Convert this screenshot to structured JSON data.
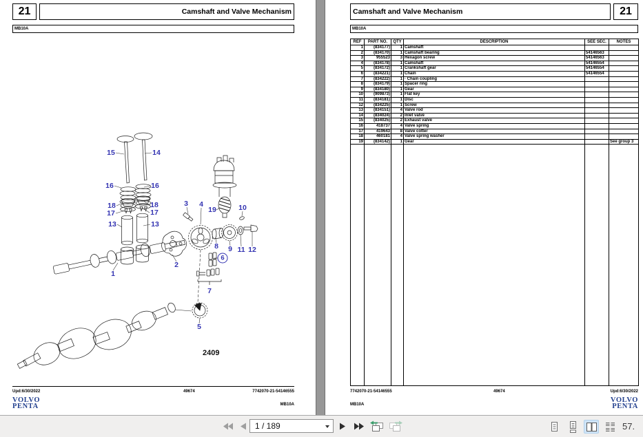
{
  "brand": {
    "line1": "VOLVO",
    "line2": "PENTA"
  },
  "left_page": {
    "page_number": "21",
    "title": "Camshaft and Valve Mechanism",
    "model": "MB10A",
    "figure_number": "2409",
    "callouts": [
      "15",
      "14",
      "16",
      "16",
      "18",
      "18",
      "17",
      "17",
      "13",
      "13",
      "3",
      "4",
      "19",
      "10",
      "8",
      "9",
      "11",
      "12",
      "2",
      "1",
      "6",
      "7",
      "5"
    ],
    "footer": {
      "updated": "Upd:6/30/2022",
      "code": "49674",
      "doc": "7742070-21-54146555",
      "model": "MB10A"
    }
  },
  "right_page": {
    "title": "Camshaft and Valve Mechanism",
    "page_number": "21",
    "model": "MB10A",
    "table": {
      "headers": [
        "REF",
        "PART NO.",
        "QTY",
        "DESCRIPTION",
        "SEE SEC.",
        "NOTES"
      ],
      "rows": [
        {
          "ref": "1",
          "part": "(834177)",
          "qty": "1",
          "desc": "Camshaft",
          "sec": "",
          "notes": ""
        },
        {
          "ref": "2",
          "part": "(834170)",
          "qty": "1",
          "desc": "Camshaft bearing",
          "sec": "54146563",
          "notes": ""
        },
        {
          "ref": "3",
          "part": "955523",
          "qty": "3",
          "desc": "Hexagon screw",
          "sec": "54146563",
          "notes": ""
        },
        {
          "ref": "4",
          "part": "(834178)",
          "qty": "1",
          "desc": "Camshaft",
          "sec": "54146554",
          "notes": ""
        },
        {
          "ref": "5",
          "part": "(834172)",
          "qty": "1",
          "desc": "Crankshaft gear",
          "sec": "54146554",
          "notes": ""
        },
        {
          "ref": "6",
          "part": "(834221)",
          "qty": "1",
          "desc": "Chain",
          "sec": "54146554",
          "notes": ""
        },
        {
          "ref": "7",
          "part": "(834222)",
          "qty": "1",
          "desc": "· Chain coupling",
          "sec": "",
          "notes": ""
        },
        {
          "ref": "8",
          "part": "(834179)",
          "qty": "1",
          "desc": "Spacer ring",
          "sec": "",
          "notes": ""
        },
        {
          "ref": "9",
          "part": "(834180)",
          "qty": "1",
          "desc": "Gear",
          "sec": "",
          "notes": ""
        },
        {
          "ref": "10",
          "part": "(909873)",
          "qty": "1",
          "desc": "Flat key",
          "sec": "",
          "notes": ""
        },
        {
          "ref": "11",
          "part": "(834181)",
          "qty": "1",
          "desc": "Disc",
          "sec": "",
          "notes": ""
        },
        {
          "ref": "12",
          "part": "(834225)",
          "qty": "1",
          "desc": "Screw",
          "sec": "",
          "notes": ""
        },
        {
          "ref": "13",
          "part": "(834151)",
          "qty": "4",
          "desc": "Valve rod",
          "sec": "",
          "notes": ""
        },
        {
          "ref": "14",
          "part": "(834024)",
          "qty": "2",
          "desc": "Inlet valve",
          "sec": "",
          "notes": ""
        },
        {
          "ref": "15",
          "part": "(834025)",
          "qty": "2",
          "desc": "Exhaust valve",
          "sec": "",
          "notes": ""
        },
        {
          "ref": "16",
          "part": "418737",
          "qty": "4",
          "desc": "Valve spring",
          "sec": "",
          "notes": ""
        },
        {
          "ref": "17",
          "part": "419643",
          "qty": "8",
          "desc": "Valve cotter",
          "sec": "",
          "notes": ""
        },
        {
          "ref": "18",
          "part": "460181",
          "qty": "4",
          "desc": "Valve spring washer",
          "sec": "",
          "notes": ""
        },
        {
          "ref": "19",
          "part": "(834142)",
          "qty": "1",
          "desc": "Gear",
          "sec": "",
          "notes": "See group 3"
        }
      ]
    },
    "footer": {
      "doc": "7742070-21-54146555",
      "code": "49674",
      "updated": "Upd:6/30/2022",
      "model": "MB10A"
    }
  },
  "toolbar": {
    "page_field": "1 / 189",
    "zoom_display": "57.",
    "active_view": "two_page_view",
    "icons": {
      "first_page": "double-left-triangle",
      "previous_page": "left-triangle",
      "page_select_caret": "down-caret",
      "next_page": "right-triangle",
      "last_page": "double-right-triangle",
      "previous_view": "page-with-green-left-arrow",
      "next_view": "page-with-green-right-arrow",
      "single_page_view": "one-page",
      "continuous_view": "one-page-scroll",
      "two_page_view": "two-pages",
      "two_page_continuous_view": "two-pages-scroll"
    }
  }
}
